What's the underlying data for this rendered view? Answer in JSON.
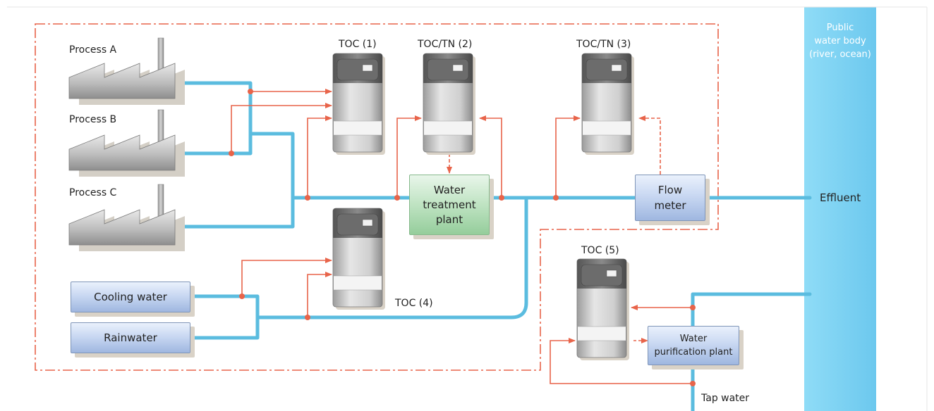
{
  "colors": {
    "pipe": "#5bbcdf",
    "sample_line": "#e8644a",
    "boundary": "#e8644a",
    "public_body": "#7dd3f2",
    "box_blue": "#b8cdee",
    "box_green": "#a8d9ad"
  },
  "public_body": {
    "line1": "Public",
    "line2": "water body",
    "line3": "(river, ocean)"
  },
  "processes": [
    {
      "label": "Process A"
    },
    {
      "label": "Process B"
    },
    {
      "label": "Process C"
    }
  ],
  "analyzers": [
    {
      "label": "TOC (1)"
    },
    {
      "label": "TOC/TN (2)"
    },
    {
      "label": "TOC/TN (3)"
    },
    {
      "label": "TOC (4)"
    },
    {
      "label": "TOC (5)"
    }
  ],
  "sources": {
    "cooling": "Cooling water",
    "rain": "Rainwater"
  },
  "plants": {
    "treatment": [
      "Water",
      "treatment",
      "plant"
    ],
    "flow": [
      "Flow",
      "meter"
    ],
    "purification": [
      "Water",
      "purification plant"
    ]
  },
  "outputs": {
    "effluent": "Effluent",
    "tap": "Tap water"
  }
}
